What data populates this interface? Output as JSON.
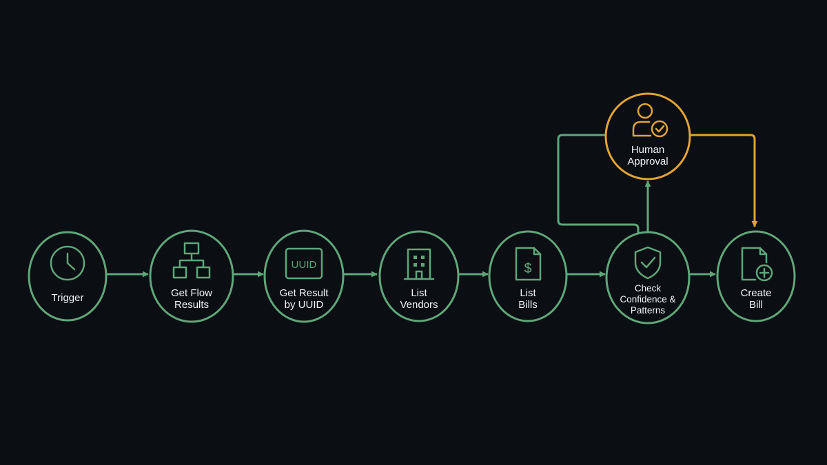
{
  "colors": {
    "background": "#0b0e13",
    "node_stroke": "#5fa77a",
    "approval_stroke": "#e2a436",
    "label_text": "#f2f4f5"
  },
  "nodes": [
    {
      "id": "trigger",
      "icon": "clock-icon",
      "lines": [
        "Trigger"
      ]
    },
    {
      "id": "get-flow-results",
      "icon": "hierarchy-icon",
      "lines": [
        "Get Flow",
        "Results"
      ]
    },
    {
      "id": "get-result-by-uuid",
      "icon": "uuid-badge-icon",
      "icon_text": "UUID",
      "lines": [
        "Get Result",
        "by UUID"
      ]
    },
    {
      "id": "list-vendors",
      "icon": "building-icon",
      "lines": [
        "List",
        "Vendors"
      ]
    },
    {
      "id": "list-bills",
      "icon": "dollar-document-icon",
      "lines": [
        "List",
        "Bills"
      ]
    },
    {
      "id": "check-confidence",
      "icon": "shield-check-icon",
      "lines": [
        "Check",
        "Confidence &",
        "Patterns"
      ]
    },
    {
      "id": "create-bill",
      "icon": "document-plus-icon",
      "lines": [
        "Create",
        "Bill"
      ]
    },
    {
      "id": "human-approval",
      "icon": "user-check-icon",
      "lines": [
        "Human",
        "Approval"
      ]
    }
  ]
}
